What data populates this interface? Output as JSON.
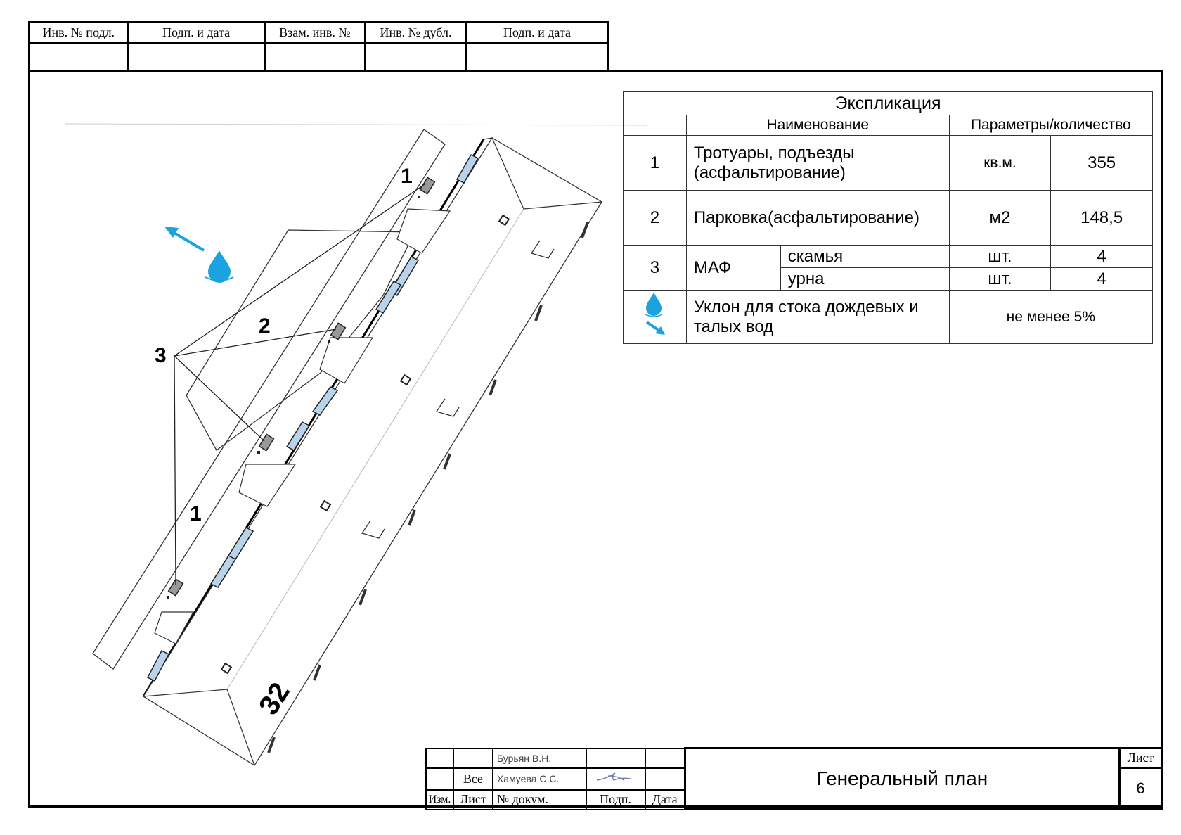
{
  "top_stamp": {
    "headers": [
      "Инв. № подл.",
      "Подп. и дата",
      "Взам. инв. №",
      "Инв. № дубл.",
      "Подп. и дата"
    ]
  },
  "plan": {
    "labels": {
      "sidewalk_top": "1",
      "sidewalk_bottom": "1",
      "parking": "2",
      "maf": "3",
      "building_number": "32"
    },
    "colors": {
      "accent": "#1aa3e0",
      "window": "#b9d3ea",
      "line": "#333333"
    }
  },
  "explication": {
    "title": "Экспликация",
    "col_name": "Наименование",
    "col_params": "Параметры/количество",
    "rows": [
      {
        "num": "1",
        "name": "Тротуары, подъезды (асфальтирование)",
        "unit": "кв.м.",
        "value": "355"
      },
      {
        "num": "2",
        "name": "Парковка(асфальтирование)",
        "unit": "м2",
        "value": "148,5"
      },
      {
        "num": "3",
        "name": "МАФ",
        "sub": [
          {
            "name": "скамья",
            "unit": "шт.",
            "value": "4"
          },
          {
            "name": "урна",
            "unit": "шт.",
            "value": "4"
          }
        ]
      },
      {
        "icons": [
          "water-drop-icon",
          "slope-arrow-icon"
        ],
        "name": "Уклон для стока дождевых и талых вод",
        "value": "не менее 5%"
      }
    ]
  },
  "title_block": {
    "row_labels": [
      "Изм.",
      "Лист",
      "№ докум.",
      "Подп.",
      "Дата"
    ],
    "all_label": "Все",
    "person_1": "Бурьян В.Н.",
    "person_2": "Хамуева С.С.",
    "sheet_title": "Генеральный план",
    "sheet_label": "Лист",
    "sheet_number": "6"
  }
}
